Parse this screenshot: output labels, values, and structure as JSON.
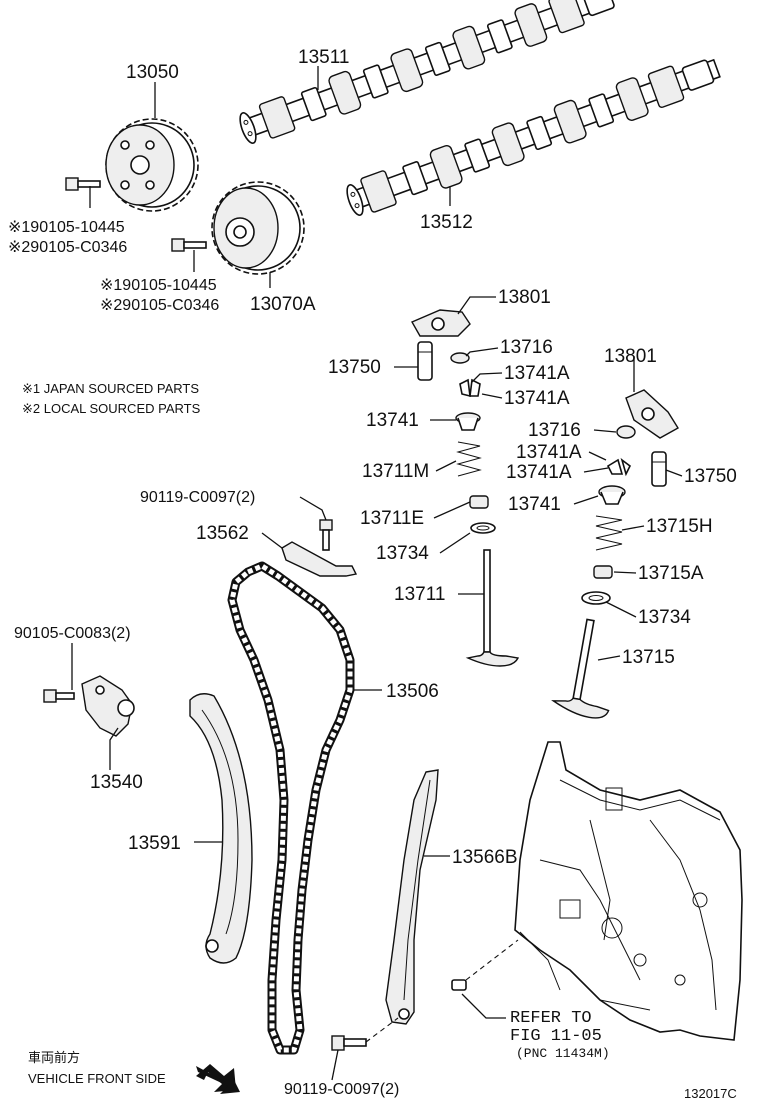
{
  "labels": {
    "p13050": "13050",
    "p13511": "13511",
    "p13512": "13512",
    "p13070A": "13070A",
    "bolt1a": "※190105-10445",
    "bolt1b": "※290105-C0346",
    "bolt2a": "※190105-10445",
    "bolt2b": "※290105-C0346",
    "p13801a": "13801",
    "p13716a": "13716",
    "p13750a": "13750",
    "p13741Aa": "13741A",
    "p13741Ab": "13741A",
    "p13741a": "13741",
    "p13711M": "13711M",
    "p13801b": "13801",
    "p13716b": "13716",
    "p13741Ac": "13741A",
    "p13741Ad": "13741A",
    "p13750b": "13750",
    "p13741b": "13741",
    "p90119top": "90119-C0097(2)",
    "p13711E": "13711E",
    "p13715H": "13715H",
    "p13562": "13562",
    "p13734a": "13734",
    "p13715A": "13715A",
    "p13711": "13711",
    "p13734b": "13734",
    "p90105": "90105-C0083(2)",
    "p13715": "13715",
    "p13506": "13506",
    "p13540": "13540",
    "p13591": "13591",
    "p13566B": "13566B",
    "p90119bot": "90119-C0097(2)"
  },
  "notes": {
    "note1": "※1 JAPAN SOURCED PARTS",
    "note2": "※2 LOCAL SOURCED PARTS"
  },
  "refer": {
    "line1": "REFER TO",
    "line2": "FIG 11-05",
    "line3": "(PNC 11434M)"
  },
  "front": {
    "jp": "車両前方",
    "en": "VEHICLE FRONT SIDE"
  },
  "figure_code": "132017C"
}
